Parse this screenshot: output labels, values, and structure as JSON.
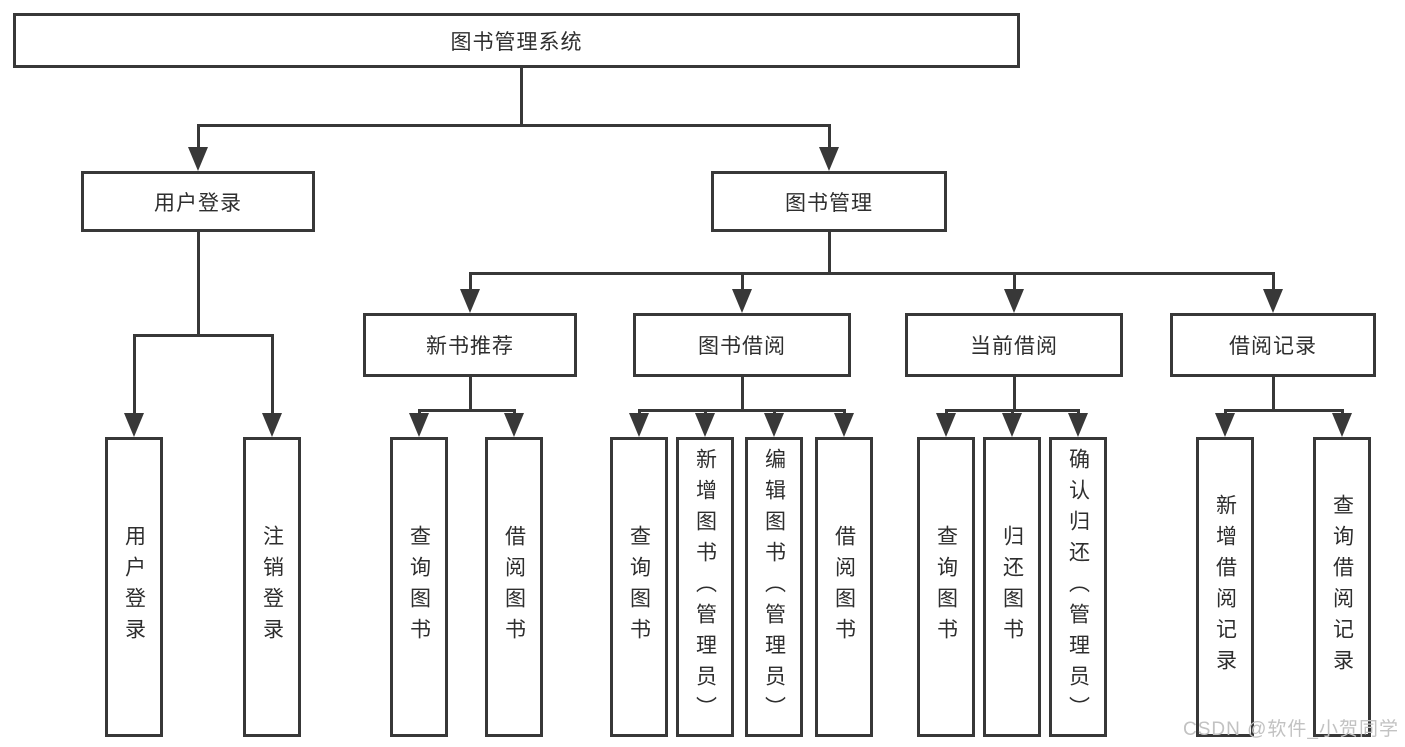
{
  "diagram": {
    "root": {
      "label": "图书管理系统"
    },
    "level2": [
      {
        "label": "用户登录"
      },
      {
        "label": "图书管理"
      }
    ],
    "level3": [
      {
        "label": "新书推荐"
      },
      {
        "label": "图书借阅"
      },
      {
        "label": "当前借阅"
      },
      {
        "label": "借阅记录"
      }
    ],
    "level4": [
      {
        "label": "用户登录"
      },
      {
        "label": "注销登录"
      },
      {
        "label": "查询图书"
      },
      {
        "label": "借阅图书"
      },
      {
        "label": "查询图书"
      },
      {
        "label": "新增图书（管理员）"
      },
      {
        "label": "编辑图书（管理员）"
      },
      {
        "label": "借阅图书"
      },
      {
        "label": "查询图书"
      },
      {
        "label": "归还图书"
      },
      {
        "label": "确认归还（管理员）"
      },
      {
        "label": "新增借阅记录"
      },
      {
        "label": "查询借阅记录"
      }
    ]
  },
  "watermark": {
    "text": "CSDN @软件_小贺同学",
    "color": "#c2c2c2"
  },
  "colors": {
    "line": "#383838",
    "text": "#2e2e2e",
    "background": "#ffffff"
  }
}
